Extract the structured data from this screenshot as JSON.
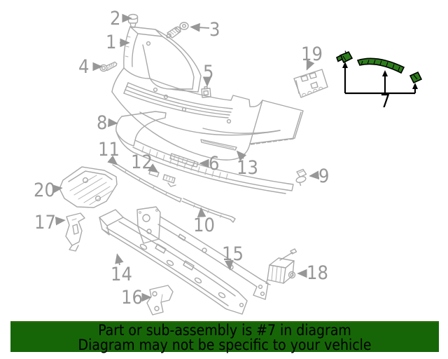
{
  "diagram": {
    "type": "exploded-parts-diagram",
    "subject": "rear-bumper-assembly",
    "callouts": {
      "c1": "1",
      "c2": "2",
      "c3": "3",
      "c4": "4",
      "c5": "5",
      "c6": "6",
      "c7": "7",
      "c8": "8",
      "c9": "9",
      "c10": "10",
      "c11": "11",
      "c12": "12",
      "c13": "13",
      "c14": "14",
      "c15": "15",
      "c16": "16",
      "c17": "17",
      "c18": "18",
      "c19": "19",
      "c20": "20"
    },
    "highlighted_callout": "7"
  },
  "banner": {
    "line1": "Part or sub-assembly is #7 in diagram",
    "line2": "Diagram may not be specific to your vehicle",
    "background_color": "#166608",
    "text_color": "#000000"
  },
  "colors": {
    "line_art": "#a9a9a9",
    "callout_text": "#979797",
    "highlight_fill": "#2e7d1d",
    "highlight_stroke": "#000000",
    "highlight_label_color": "#000000"
  }
}
